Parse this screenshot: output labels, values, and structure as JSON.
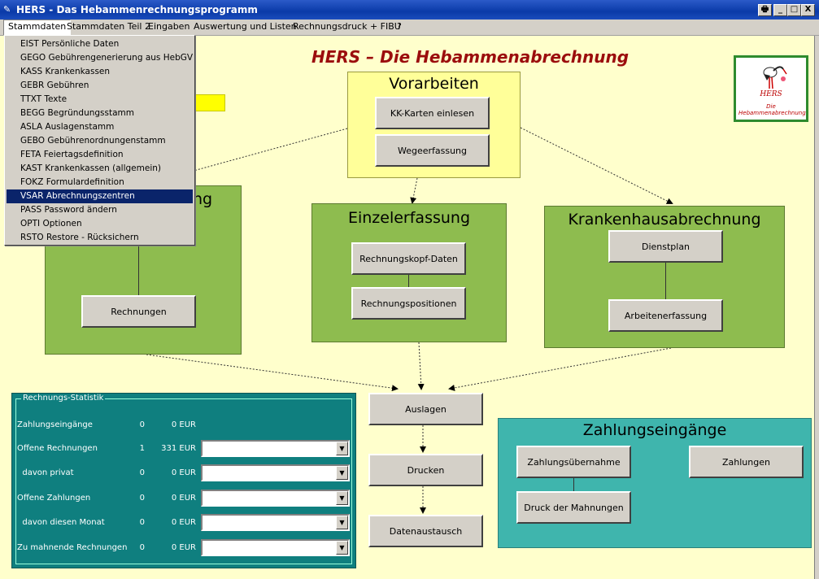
{
  "window": {
    "title": "HERS - Das Hebammenrechnungsprogramm",
    "buttons": [
      "🖶",
      "_",
      "□",
      "X"
    ]
  },
  "menubar": [
    "Stammdaten",
    "Stammdaten Teil 2",
    "Eingaben",
    "Auswertung und Listen",
    "Rechnungsdruck + FIBU",
    "?"
  ],
  "dropdown": {
    "items": [
      "EIST Persönliche Daten",
      "GEGO Gebührengenerierung aus HebGV",
      "KASS Krankenkassen",
      "GEBR Gebühren",
      "TTXT Texte",
      "BEGG Begründungsstamm",
      "ASLA Auslagenstamm",
      "GEBO Gebührenordnungenstamm",
      "FETA Feiertagsdefinition",
      "KAST Krankenkassen (allgemein)",
      "FOKZ Formulardefinition",
      "VSAR Abrechnungszentren",
      "PASS Password ändern",
      "OPTI Optionen",
      "RSTO Restore - Rücksichern"
    ],
    "selected_index": 11
  },
  "main": {
    "title": "HERS – Die Hebammenabrechnung",
    "logo_text": "Die Hebammenabrechnung",
    "logo_mark": "HERS"
  },
  "panels": {
    "vorarbeiten": {
      "title": "Vorarbeiten",
      "buttons": [
        "KK-Karten einlesen",
        "Wegeerfassung"
      ]
    },
    "left": {
      "title_partial": "ng",
      "buttons": [
        "Rechnungen"
      ]
    },
    "einzelerfassung": {
      "title": "Einzelerfassung",
      "buttons": [
        "Rechnungskopf-Daten",
        "Rechnungspositionen"
      ]
    },
    "krankenhaus": {
      "title": "Krankenhausabrechnung",
      "buttons": [
        "Dienstplan",
        "Arbeitenerfassung"
      ]
    },
    "flow": {
      "buttons": [
        "Auslagen",
        "Drucken",
        "Datenaustausch"
      ]
    },
    "zahlungseingaenge": {
      "title": "Zahlungseingänge",
      "buttons": [
        "Zahlungsübernahme",
        "Zahlungen",
        "Druck der Mahnungen"
      ]
    }
  },
  "stats": {
    "legend": "Rechnungs-Statistik",
    "rows": [
      {
        "label": "Zahlungseingänge",
        "count": "0",
        "amount": "0 EUR",
        "has_select": false
      },
      {
        "label": "Offene Rechnungen",
        "count": "1",
        "amount": "331 EUR",
        "has_select": true
      },
      {
        "label": "  davon privat",
        "count": "0",
        "amount": "0 EUR",
        "has_select": true
      },
      {
        "label": "Offene Zahlungen",
        "count": "0",
        "amount": "0 EUR",
        "has_select": true
      },
      {
        "label": "  davon diesen Monat",
        "count": "0",
        "amount": "0 EUR",
        "has_select": true
      },
      {
        "label": "Zu mahnende Rechnungen",
        "count": "0",
        "amount": "0 EUR",
        "has_select": true
      }
    ]
  },
  "colors": {
    "title_red": "#9b0d0d",
    "panel_green": "#8ebc4f",
    "panel_yellow": "#ffff99",
    "panel_teal": "#3fb5ad",
    "stats_teal": "#0f7f7f",
    "background": "#ffffcc"
  }
}
